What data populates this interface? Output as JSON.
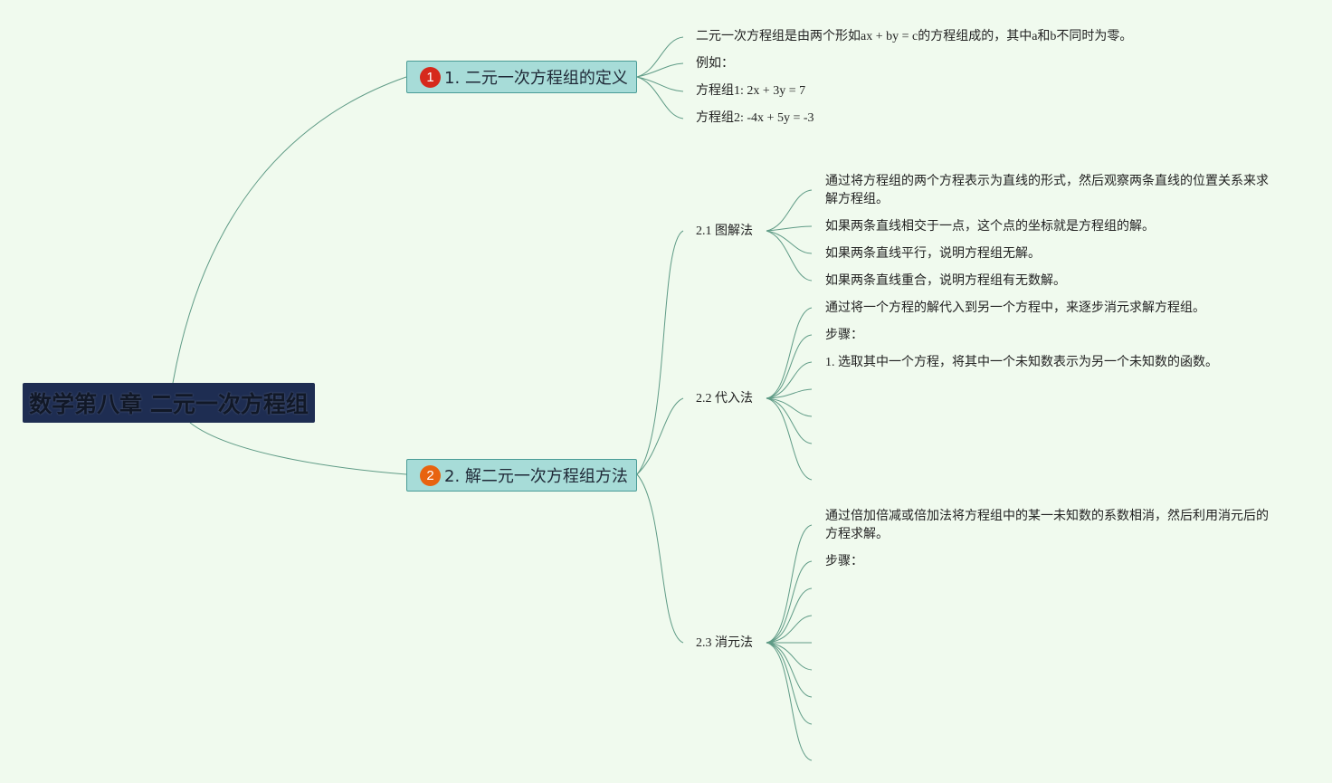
{
  "title": "数学第八章 二元一次方程组",
  "colors": {
    "background": "#f0faee",
    "root_fill": "#1e2d52",
    "branch_fill": "#a7dcd8",
    "branch_border": "#4a9c96",
    "connector": "#5f9b86",
    "badge_1": "#d6291c",
    "badge_2": "#e8630f"
  },
  "branches": [
    {
      "number": "1",
      "label": "1. 二元一次方程组的定义",
      "leaves": [
        "二元一次方程组是由两个形如ax + by = c的方程组成的，其中a和b不同时为零。",
        "例如：",
        "方程组1: 2x + 3y = 7",
        "方程组2: -4x + 5y = -3"
      ]
    },
    {
      "number": "2",
      "label": "2. 解二元一次方程组方法",
      "subs": [
        {
          "label": "2.1 图解法",
          "leaves": [
            "通过将方程组的两个方程表示为直线的形式，然后观察两条直线的位置关系来求解方程组。",
            "如果两条直线相交于一点，这个点的坐标就是方程组的解。",
            "如果两条直线平行，说明方程组无解。",
            "如果两条直线重合，说明方程组有无数解。"
          ]
        },
        {
          "label": "2.2 代入法",
          "leaves": [
            "通过将一个方程的解代入到另一个方程中，来逐步消元求解方程组。",
            "步骤：",
            "1. 选取其中一个方程，将其中一个未知数表示为另一个未知数的函数。"
          ]
        },
        {
          "label": "2.3 消元法",
          "leaves": [
            "通过倍加倍减或倍加法将方程组中的某一未知数的系数相消，然后利用消元后的方程求解。",
            "步骤："
          ]
        }
      ]
    }
  ]
}
